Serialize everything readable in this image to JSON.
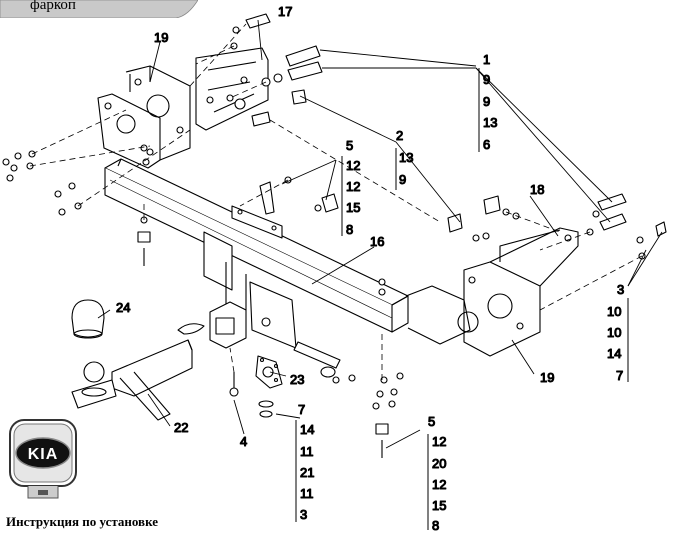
{
  "header": {
    "tab_label": "фаркоп"
  },
  "footer": {
    "caption": "Инструкция по установке"
  },
  "logo": {
    "text": "KIA",
    "icon": "kia-logo-icon"
  },
  "callouts": [
    {
      "id": "c1",
      "label": "1"
    },
    {
      "id": "c2",
      "label": "2"
    },
    {
      "id": "c3",
      "label": "3"
    },
    {
      "id": "c4",
      "label": "4"
    },
    {
      "id": "c5a",
      "label": "5"
    },
    {
      "id": "c5b",
      "label": "5"
    },
    {
      "id": "c7",
      "label": "7"
    },
    {
      "id": "c16",
      "label": "16"
    },
    {
      "id": "c17",
      "label": "17"
    },
    {
      "id": "c18",
      "label": "18"
    },
    {
      "id": "c19a",
      "label": "19"
    },
    {
      "id": "c19b",
      "label": "19"
    },
    {
      "id": "c22",
      "label": "22"
    },
    {
      "id": "c23",
      "label": "23"
    },
    {
      "id": "c24",
      "label": "24"
    }
  ],
  "stacks": [
    {
      "id": "s1",
      "items": [
        "9",
        "9",
        "13",
        "6"
      ]
    },
    {
      "id": "s2",
      "items": [
        "13",
        "9"
      ]
    },
    {
      "id": "s5a",
      "items": [
        "12",
        "12",
        "15",
        "8"
      ]
    },
    {
      "id": "s3",
      "items": [
        "10",
        "10",
        "14",
        "7"
      ]
    },
    {
      "id": "s7",
      "items": [
        "14",
        "11",
        "21",
        "11",
        "3"
      ]
    },
    {
      "id": "s5b",
      "items": [
        "12",
        "20",
        "12",
        "15",
        "8"
      ]
    }
  ]
}
